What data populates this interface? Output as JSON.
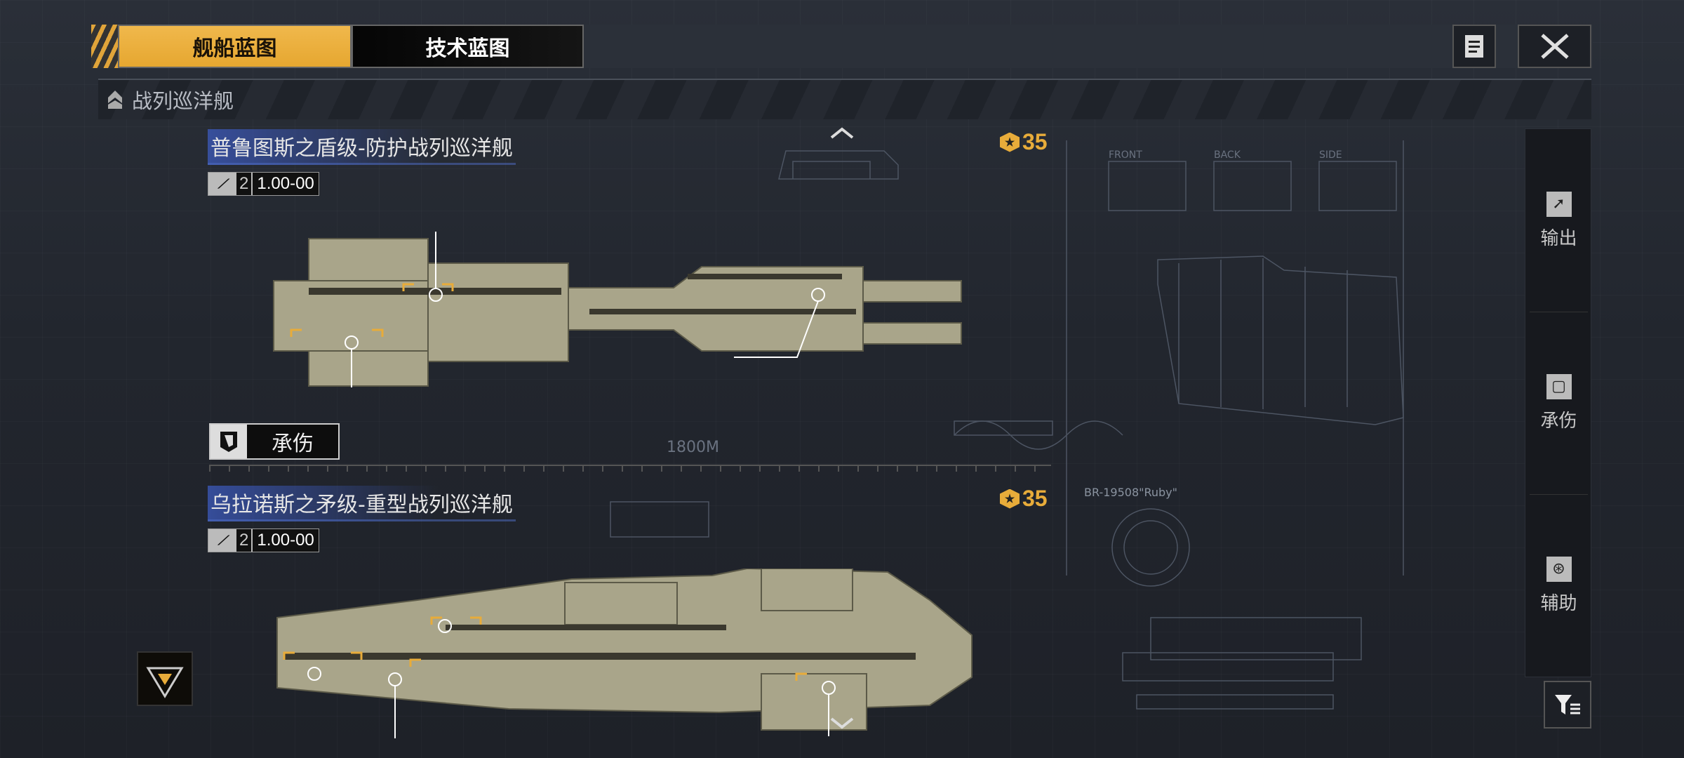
{
  "header": {
    "tabs": [
      {
        "label": "舰船蓝图",
        "active": true
      },
      {
        "label": "技术蓝图",
        "active": false
      }
    ],
    "doc_icon": "document-icon",
    "close_icon": "close-icon"
  },
  "category": {
    "label": "战列巡洋舰",
    "icon": "battlecruiser-rank-icon"
  },
  "ships": [
    {
      "name": "普鲁图斯之盾级-防护战列巡洋舰",
      "tier": "2",
      "version": "1.00-00",
      "level": "35",
      "role": "承伤"
    },
    {
      "name": "乌拉诺斯之矛级-重型战列巡洋舰",
      "tier": "2",
      "version": "1.00-00",
      "level": "35"
    }
  ],
  "blueprint_bg": {
    "range_label": "1800M",
    "part_label": "BR-19508\"Ruby\"",
    "views": [
      "FRONT",
      "BACK",
      "SIDE"
    ]
  },
  "sidebar": {
    "items": [
      {
        "label": "输出",
        "icon": "output-arrow-icon"
      },
      {
        "label": "承伤",
        "icon": "shield-icon"
      },
      {
        "label": "辅助",
        "icon": "support-icon"
      }
    ],
    "filter_icon": "filter-icon"
  },
  "colors": {
    "accent": "#e6a730",
    "level": "#e8ac3a",
    "title_highlight": "#3c5abe"
  }
}
